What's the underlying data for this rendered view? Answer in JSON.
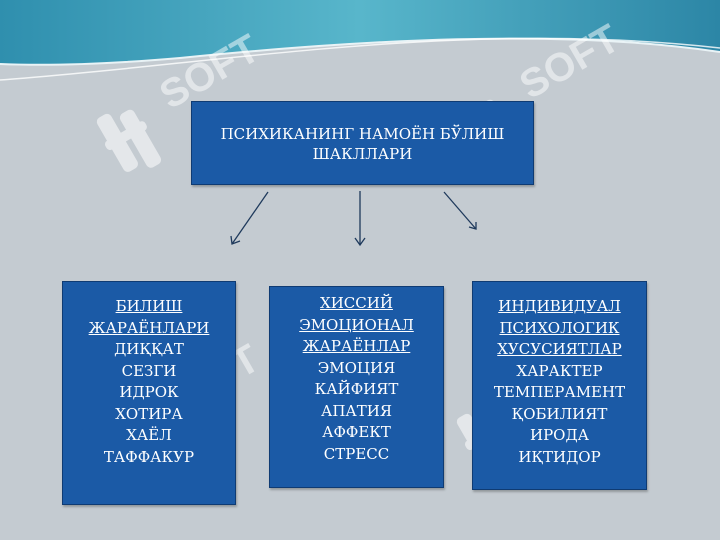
{
  "title": [
    "ПСИХИКАНИНГ НАМОЁН БЎЛИШ",
    "ШАКЛЛАРИ"
  ],
  "columns": [
    {
      "id": "left",
      "heading": [
        "БИЛИШ",
        "ЖАРАЁНЛАРИ"
      ],
      "items": [
        "ДИҚҚАТ",
        "СЕЗГИ",
        "ИДРОК",
        "ХОТИРА",
        "ХАЁЛ",
        "ТАФФАКУР"
      ]
    },
    {
      "id": "mid",
      "heading": [
        "ХИССИЙ",
        "ЭМОЦИОНАЛ",
        "ЖАРАЁНЛАР"
      ],
      "items": [
        "ЭМОЦИЯ",
        "КАЙФИЯТ",
        "АПАТИЯ",
        "АФФЕКТ",
        "СТРЕСС"
      ]
    },
    {
      "id": "right",
      "heading": [
        "ИНДИВИДУАЛ",
        "ПСИХОЛОГИК",
        "ХУСУСИЯТЛАР"
      ],
      "items": [
        "ХАРАКТЕР",
        "ТЕМПЕРАМЕНТ",
        "ҚОБИЛИЯТ",
        "ИРОДА",
        "ИҚТИДОР"
      ]
    }
  ],
  "watermark": "SOFT",
  "colors": {
    "box_fill": "#1b5aa6",
    "box_text": "#ffffff",
    "background": "#c4cbd1",
    "banner": "#3a9bb5",
    "arrow": "#1f3a5c"
  }
}
